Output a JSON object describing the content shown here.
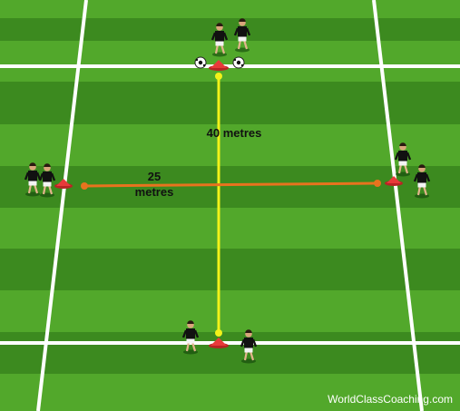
{
  "labels": {
    "vertical_distance": "40 metres",
    "horizontal_distance_value": "25",
    "horizontal_distance_unit": "metres"
  },
  "watermark": "WorldClassCoaching.com",
  "colors": {
    "grass_light": "#52a82b",
    "grass_dark": "#3c8a1f",
    "pitch_line": "#ffffff",
    "vertical_measure_line": "#f2f21a",
    "horizontal_measure_line": "#e8731e",
    "cone": "#e83a3a",
    "player_shirt": "#111111",
    "player_shorts": "#f4f4f4"
  },
  "icons": [
    "soccer-ball-icon",
    "cone-icon",
    "player-icon"
  ]
}
